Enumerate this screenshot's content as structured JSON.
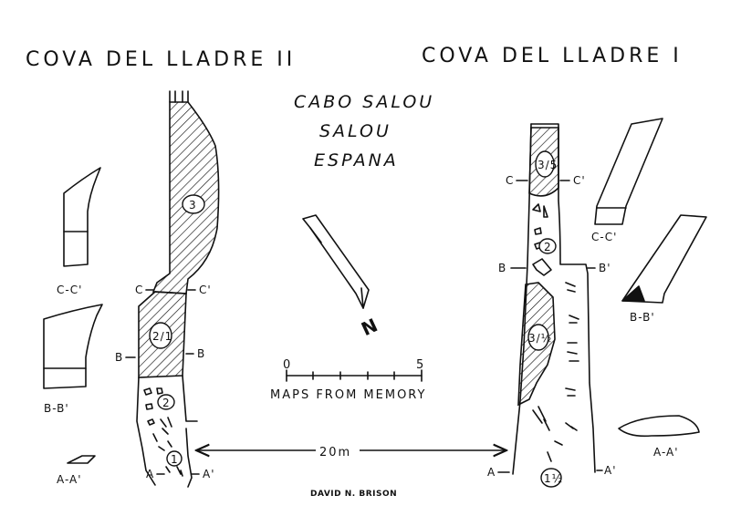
{
  "titles": {
    "cave_2": "COVA DEL LLADRE II",
    "cave_1": "COVA DEL LLADRE I"
  },
  "location": {
    "line1": "CABO SALOU",
    "line2": "SALOU",
    "line3": "ESPANA"
  },
  "north_label": "N",
  "scale": {
    "start": "0",
    "end": "5",
    "caption": "MAPS FROM MEMORY"
  },
  "distance_label": "20m",
  "credit": "DAVID N. BRISON",
  "cave_2_labels": {
    "c_left": "C",
    "c_right": "C'",
    "b_left": "B",
    "b_right": "B",
    "a_left": "A",
    "a_right": "A'",
    "grade_upper": "3",
    "grade_mid": "2/1",
    "grade_lower": "2",
    "grade_entrance": "1"
  },
  "cave_2_sections": {
    "cc": "C-C'",
    "bb": "B-B'",
    "aa": "A-A'"
  },
  "cave_1_labels": {
    "c_left": "C",
    "c_right": "C'",
    "b_left": "B",
    "b_right": "B'",
    "a_left": "A",
    "a_right": "A'",
    "grade_upper": "3/5",
    "grade_mid": "2",
    "grade_lower": "3/½",
    "grade_entrance": "1½"
  },
  "cave_1_sections": {
    "cc": "C-C'",
    "bb": "B-B'",
    "aa": "A-A'"
  }
}
